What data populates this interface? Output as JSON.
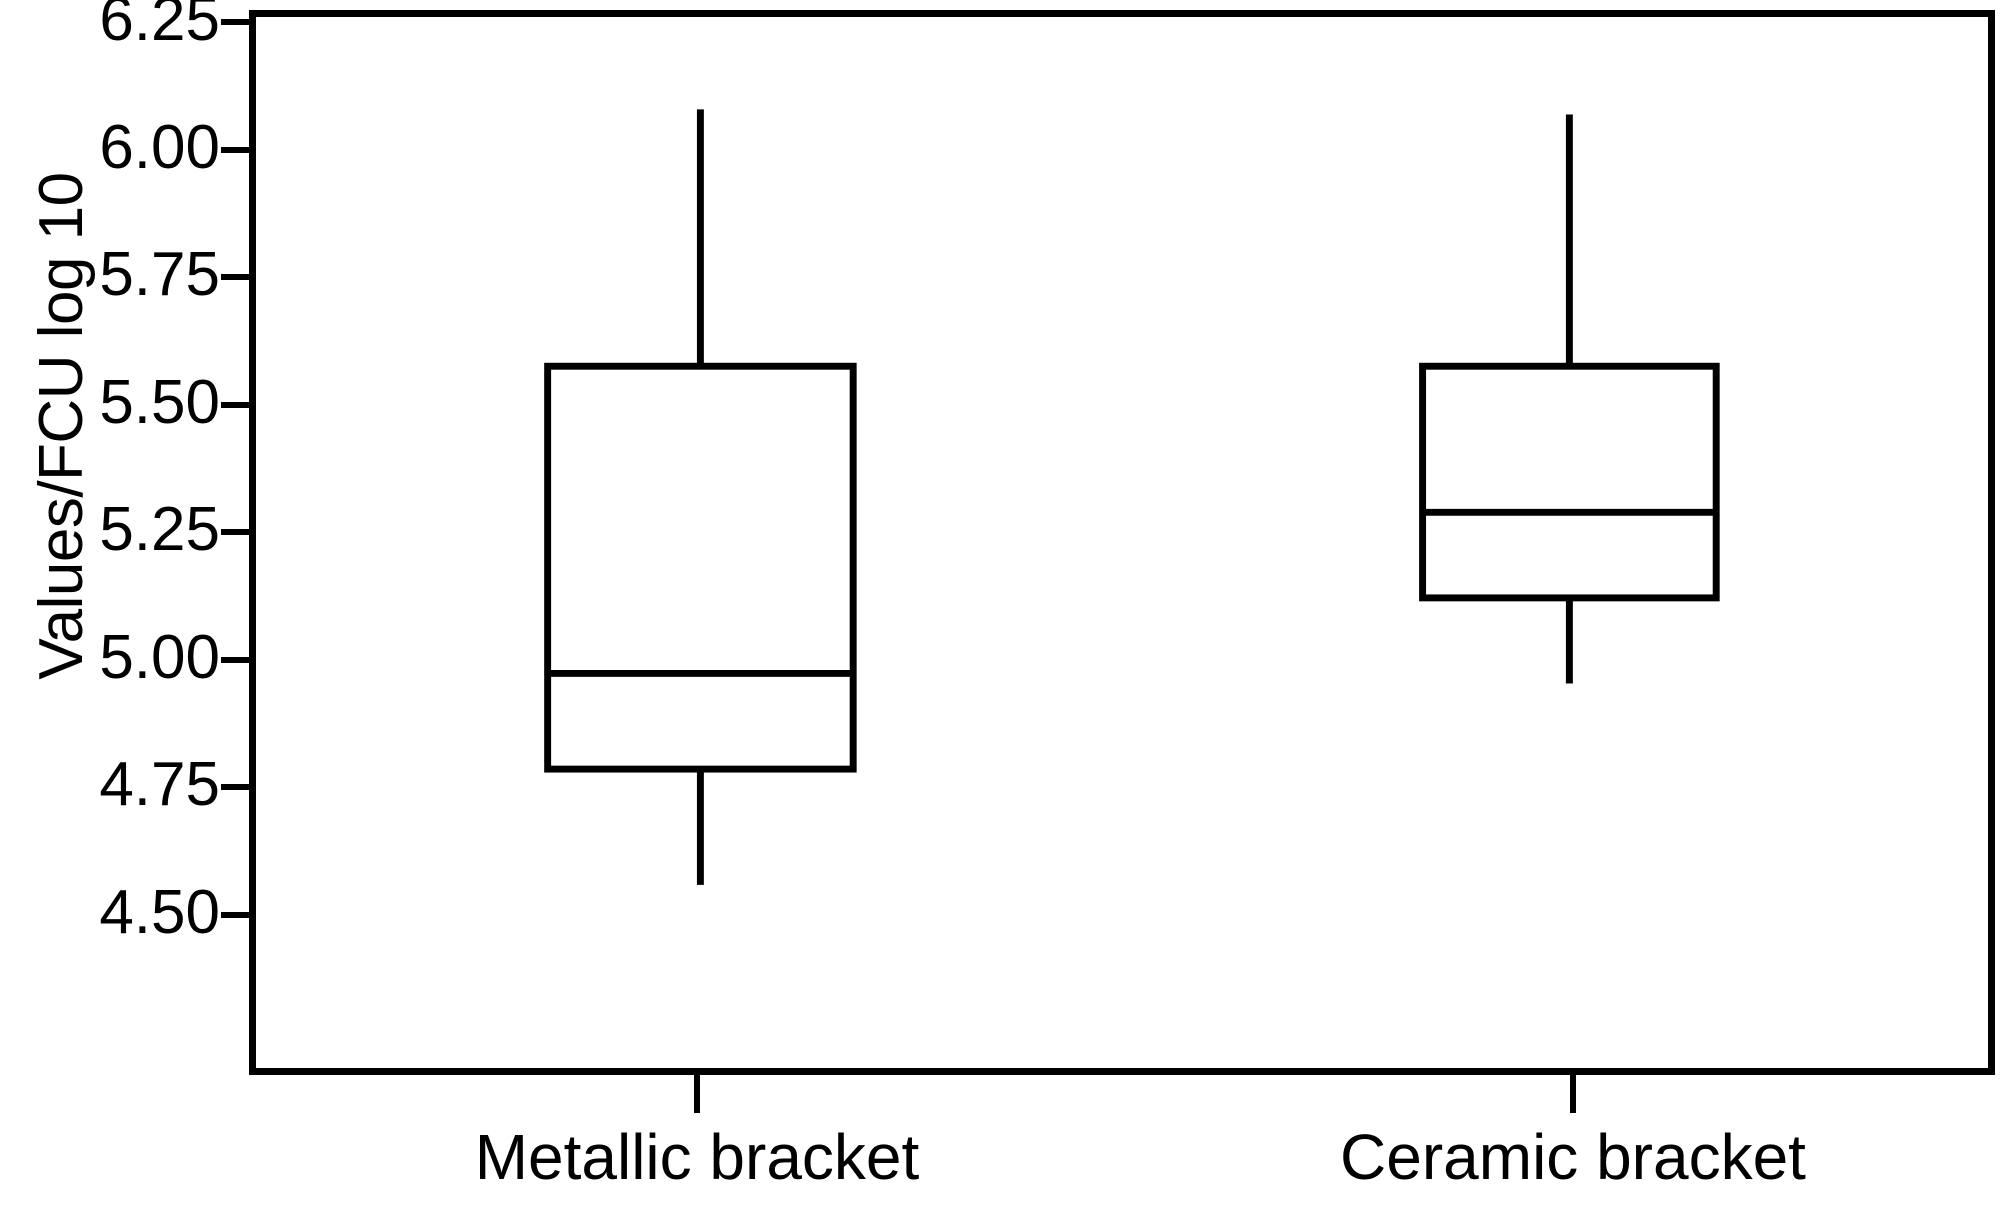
{
  "chart_data": {
    "type": "box",
    "title": "",
    "xlabel": "",
    "ylabel": "Values/FCU log 10",
    "ylim": [
      4.5,
      6.25
    ],
    "ytick_labels": [
      "6.25",
      "6.00",
      "5.75",
      "5.50",
      "5.25",
      "5.00",
      "4.75",
      "4.50"
    ],
    "ytick_values": [
      6.25,
      6.0,
      5.75,
      5.5,
      5.25,
      5.0,
      4.75,
      4.5
    ],
    "grid": false,
    "legend": "none",
    "categories": [
      "Metallic bracket",
      "Ceramic bracket"
    ],
    "boxes": [
      {
        "name": "Metallic bracket",
        "whisker_low": 4.55,
        "q1": 4.78,
        "median": 4.97,
        "q3": 5.58,
        "whisker_high": 6.09,
        "outliers": []
      },
      {
        "name": "Ceramic bracket",
        "whisker_low": 4.95,
        "q1": 5.12,
        "median": 5.29,
        "q3": 5.58,
        "whisker_high": 6.08,
        "outliers": []
      }
    ],
    "colors": {
      "line": "#000000",
      "fill": "#ffffff",
      "background": "#ffffff"
    }
  }
}
